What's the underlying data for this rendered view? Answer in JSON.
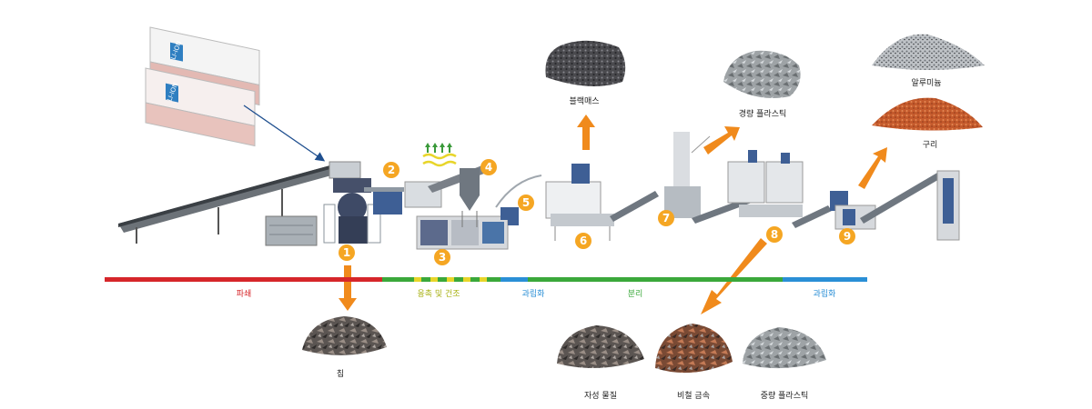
{
  "steps": [
    "1",
    "2",
    "3",
    "4",
    "5",
    "6",
    "7",
    "8",
    "9"
  ],
  "stages": [
    {
      "label": "파쇄",
      "color": "#d6262a"
    },
    {
      "label": "융촉 및 건조",
      "color": "#c9d41e"
    },
    {
      "label": "과립화",
      "color": "#2a8fd6"
    },
    {
      "label": "분리",
      "color": "#3aa83a"
    },
    {
      "label": "과립화",
      "color": "#2a8fd6"
    }
  ],
  "outputs": {
    "chips": "칩",
    "black_mass": "블랙매스",
    "light_plastic": "경량 플라스틱",
    "aluminum": "알루미늄",
    "copper": "구리",
    "magnetic": "자성 물질",
    "nonferrous": "비철 금속",
    "heavy_plastic": "중량 플라스틱"
  },
  "battery_label": "LI-ION",
  "colors": {
    "arrow": "#f08a1c",
    "badge": "#f5a623",
    "machine": "#3e5f95",
    "frame": "#9aa3ad"
  }
}
